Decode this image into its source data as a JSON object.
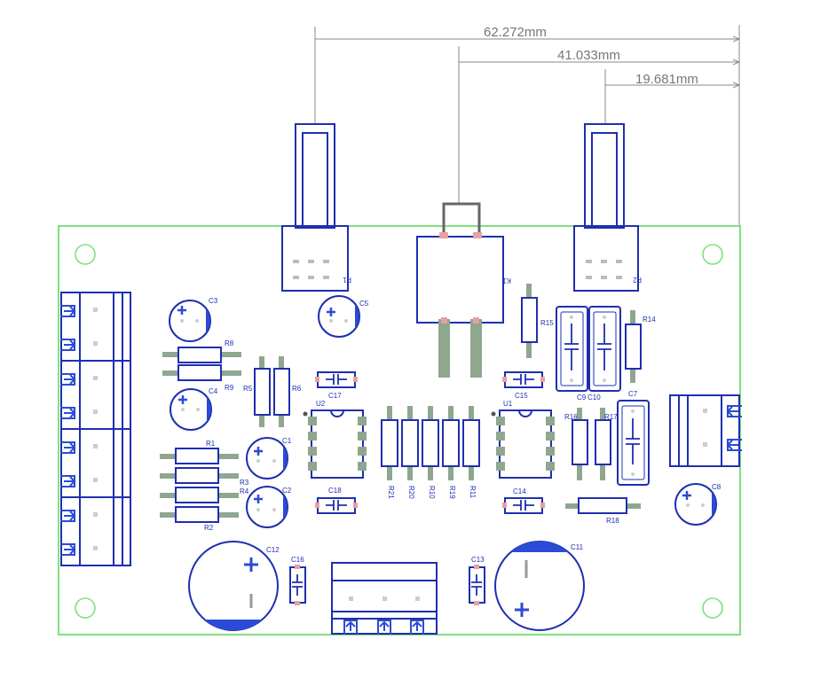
{
  "colors": {
    "outline": "#7fe07f",
    "silk": "#1e2fb0",
    "pad": "#8fa68f",
    "pad_pink": "#e8a0a0",
    "dimension": "#8a8a8a",
    "fill_blue": "#2b4bd6",
    "pcb_bg": "#ffffff"
  },
  "dimensions": [
    {
      "id": "dim1",
      "label": "62.272mm"
    },
    {
      "id": "dim2",
      "label": "41.033mm"
    },
    {
      "id": "dim3",
      "label": "19.681mm"
    }
  ],
  "labels": {
    "P1": "P1",
    "P2": "P2",
    "K1": "K1",
    "C1": "C1",
    "C2": "C2",
    "C3": "C3",
    "C4": "C4",
    "C5": "C5",
    "C7": "C7",
    "C8": "C8",
    "C9": "C9",
    "C10": "C10",
    "C11": "C11",
    "C12": "C12",
    "C13": "C13",
    "C14": "C14",
    "C15": "C15",
    "C16": "C16",
    "C17": "C17",
    "C18": "C18",
    "R1": "R1",
    "R2": "R2",
    "R3": "R3",
    "R4": "R4",
    "R5": "R5",
    "R6": "R6",
    "R8": "R8",
    "R9": "R9",
    "R10": "R10",
    "R11": "R11",
    "R14": "R14",
    "R15": "R15",
    "R16": "R16",
    "R17": "R17",
    "R18": "R18",
    "R19": "R19",
    "R20": "R20",
    "R21": "R21",
    "U1": "U1",
    "U2": "U2"
  }
}
